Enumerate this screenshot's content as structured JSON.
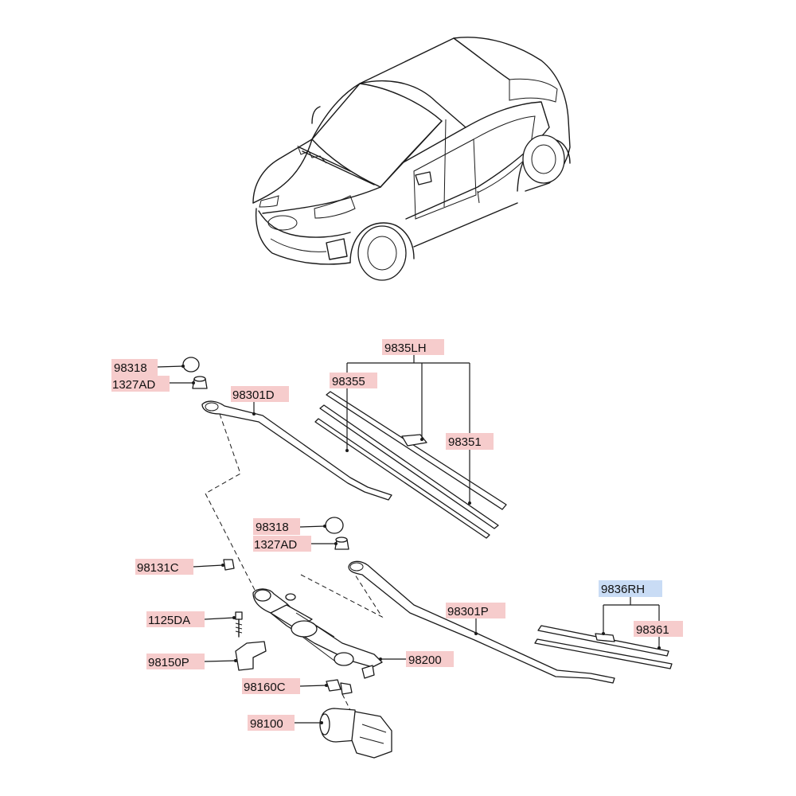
{
  "colors": {
    "label_fill": "#f6cccc",
    "label_fill_highlight": "#c9dcf5",
    "ink": "#1a1a1a"
  },
  "labels": {
    "p98318_upper": "98318",
    "p1327AD_upper": "1327AD",
    "p98301D": "98301D",
    "p9835LH": "9835LH",
    "p98355": "98355",
    "p98351": "98351",
    "p98318_lower": "98318",
    "p1327AD_lower": "1327AD",
    "p98131C": "98131C",
    "p1125DA": "1125DA",
    "p98150P": "98150P",
    "p98160C": "98160C",
    "p98100": "98100",
    "p98200": "98200",
    "p98301P": "98301P",
    "p9836RH": "9836RH",
    "p98361": "98361"
  }
}
